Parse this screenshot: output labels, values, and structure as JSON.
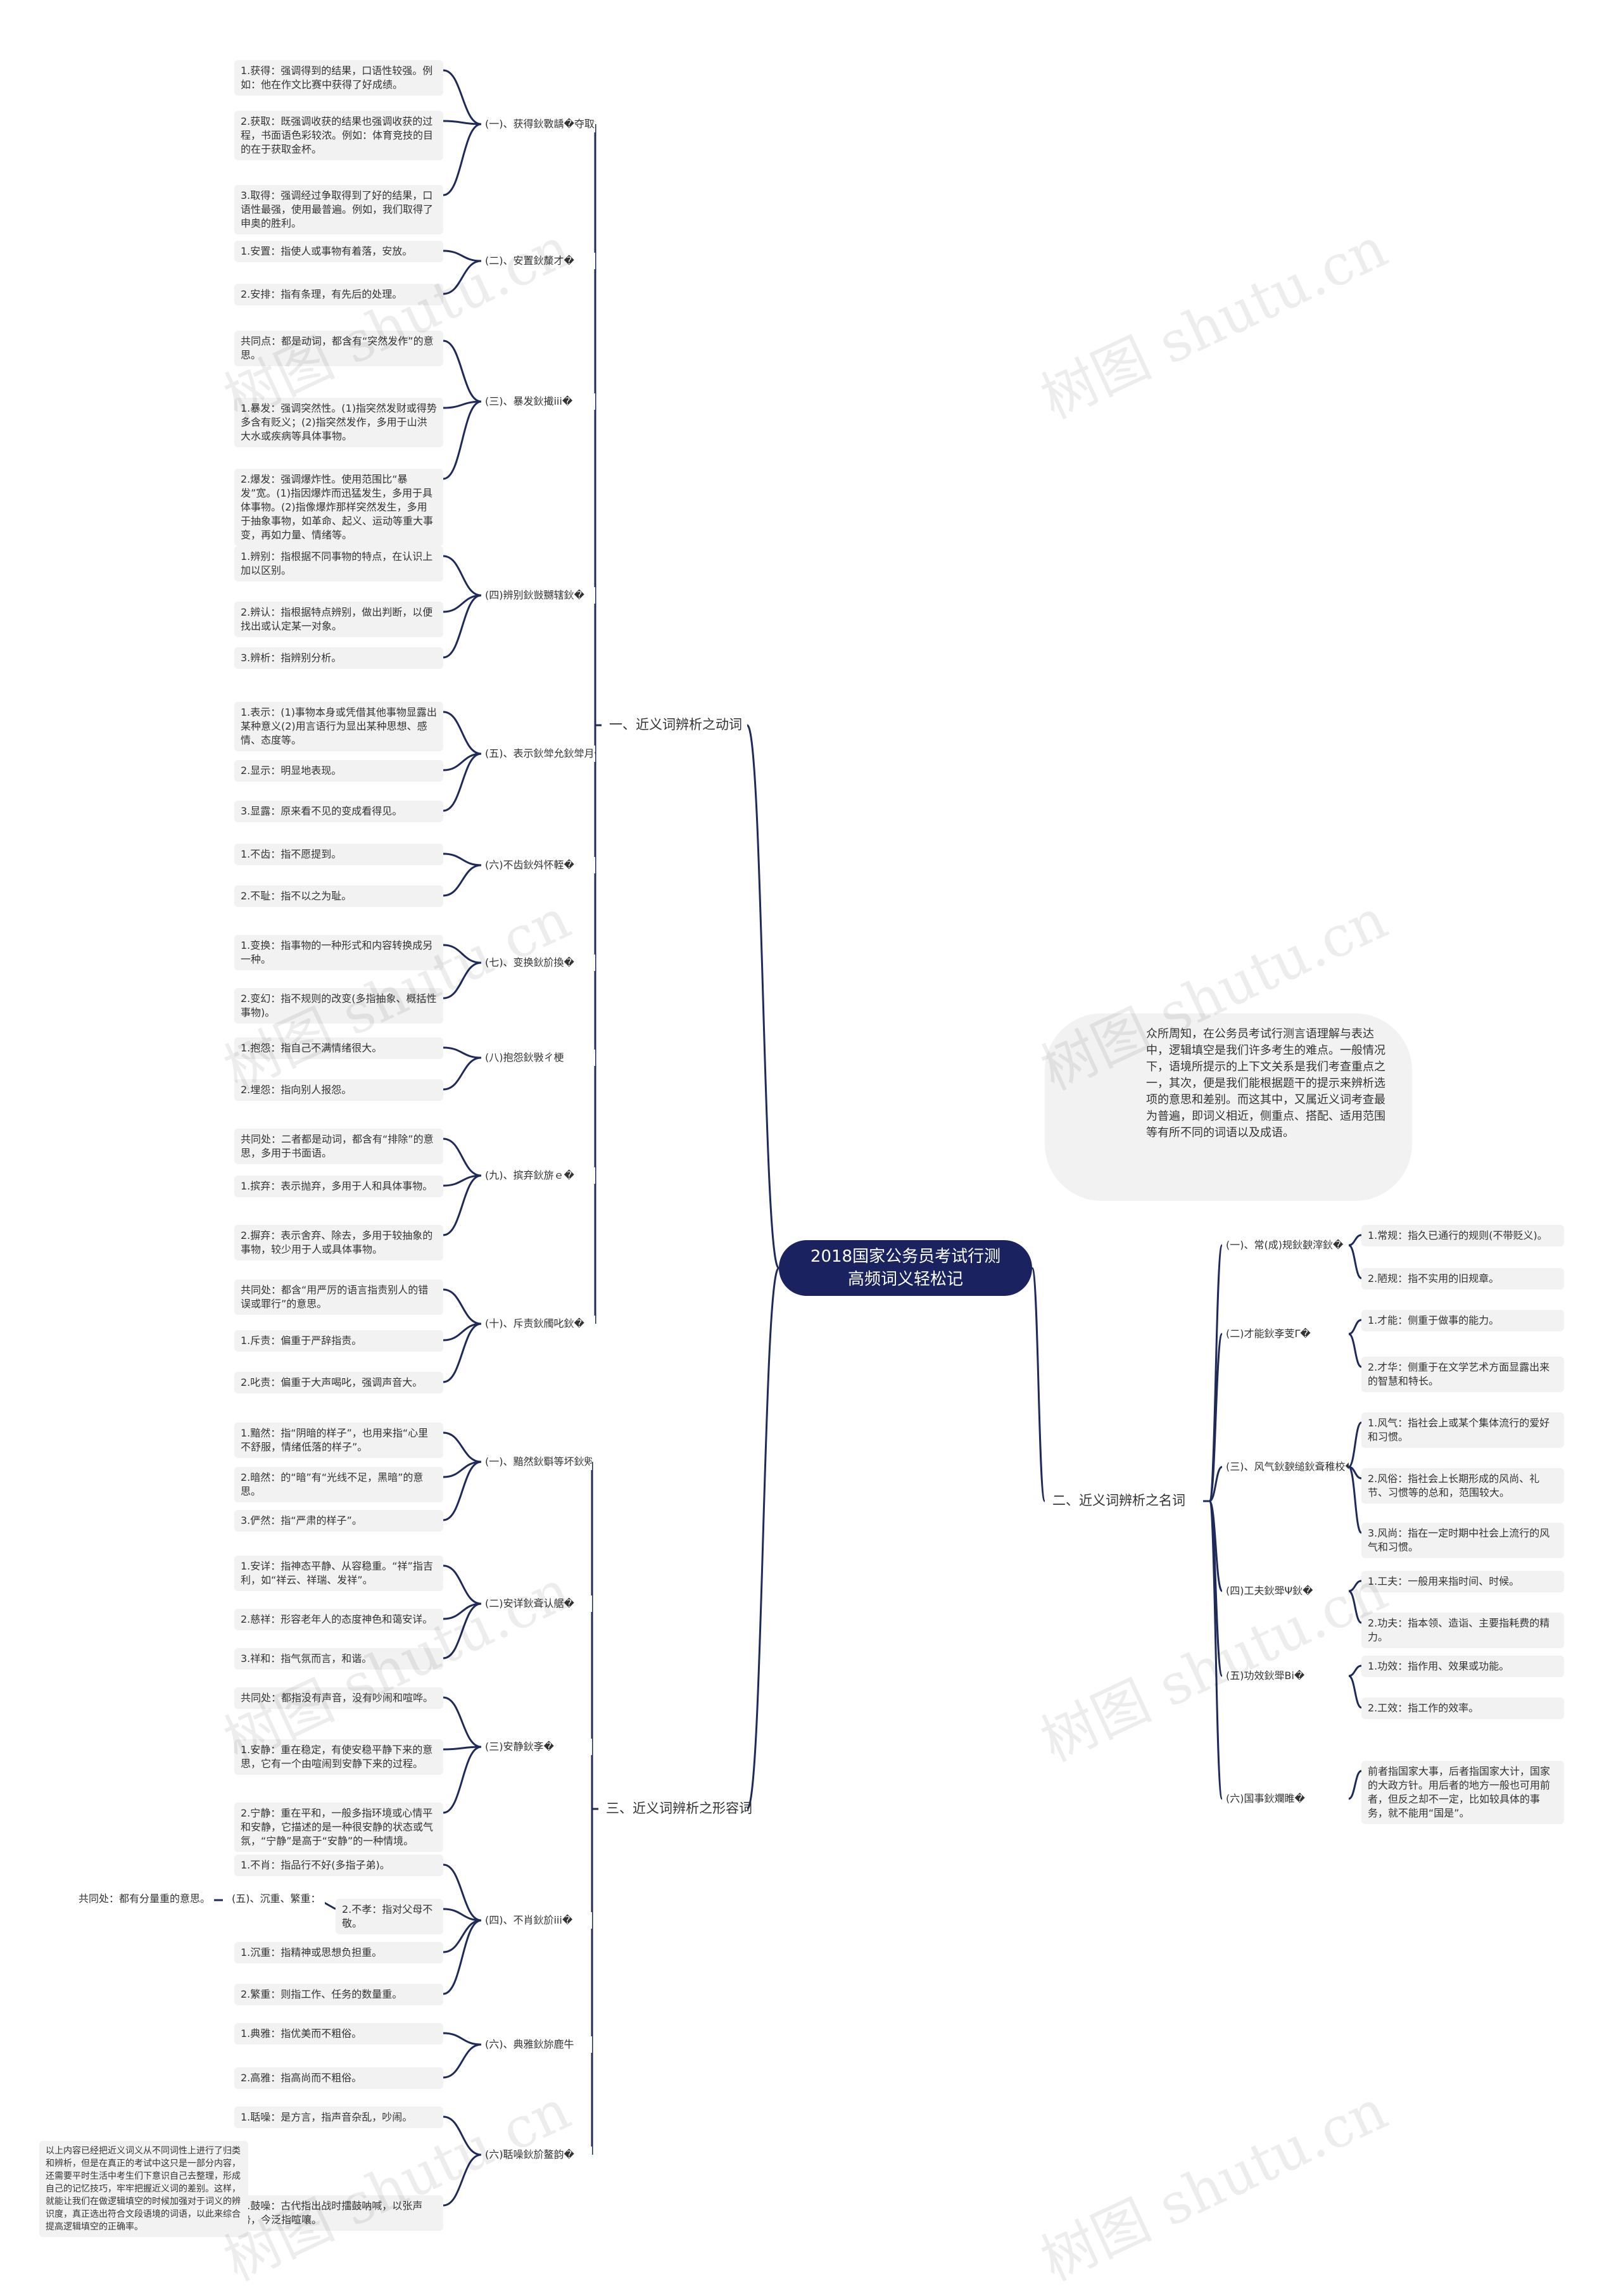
{
  "root": {
    "title": "2018国家公务员考试行测\n高频词义轻松记"
  },
  "intro": "众所周知，在公务员考试行测言语理解与表达中，逻辑填空是我们许多考生的难点。一般情况下，语境所提示的上下文关系是我们考查重点之一，其次，便是我们能根据题干的提示来辨析选项的意思和差别。而这其中，又属近义词考查最为普遍，即词义相近，侧重点、搭配、适用范围等有所不同的词语以及成语。",
  "branches": [
    {
      "label": "一、近义词辨析之动词",
      "groups": [
        {
          "label": "(一)、获得鈥斁龋�夺取鈥�",
          "items": [
            "1.获得：强调得到的结果，口语性较强。例如：他在作文比赛中获得了好成绩。",
            "2.获取：既强调收获的结果也强调收获的过程，书面语色彩较浓。例如：体育竞技的目的在于获取金杯。",
            "3.取得：强调经过争取得到了好的结果，口语性最强，使用最普遍。例如，我们取得了申奥的胜利。"
          ]
        },
        {
          "label": "(二)、安置鈥斄才�",
          "items": [
            "1.安置：指使人或事物有着落，安放。",
            "2.安排：指有条理，有先后的处理。"
          ]
        },
        {
          "label": "(三)、暴发鈥擮iii�",
          "items": [
            "共同点：都是动词，都含有“突然发作”的意思。",
            "1.暴发：强调突然性。(1)指突然发财或得势多含有贬义；(2)指突然发作，多用于山洪大水或疾病等具体事物。",
            "2.爆发：强调爆炸性。使用范围比“暴发”宽。(1)指因爆炸而迅猛发生，多用于具体事物。(2)指像爆炸那样突然发生，多用于抽象事物，如革命、起义、运动等重大事变，再如力量、情绪等。"
          ]
        },
        {
          "label": "(四)辨别鈥敱嬲辖鈥�",
          "items": [
            "1.辨别：指根据不同事物的特点，在认识上加以区别。",
            "2.辨认：指根据特点辨别，做出判断，以便找出或认定某一对象。",
            "3.辨析：指辨别分析。"
          ]
        },
        {
          "label": "(五)、表示鈥斚允鈥斚月�",
          "items": [
            "1.表示：(1)事物本身或凭借其他事物显露出某种意义(2)用言语行为显出某种思想、感情、态度等。",
            "2.显示：明显地表现。",
            "3.显露：原来看不见的变成看得见。"
          ]
        },
        {
          "label": "(六)不齿鈥斘怀輊�",
          "items": [
            "1.不齿：指不愿提到。",
            "2.不耻：指不以之为耻。"
          ]
        },
        {
          "label": "(七)、变换鈥斺換�",
          "items": [
            "1.变换：指事物的一种形式和内容转换成另一种。",
            "2.变幻：指不规则的改变(多指抽象、概括性事物)。"
          ]
        },
        {
          "label": "(八)抱怨鈥斅ㄔ梗",
          "items": [
            "1.抱怨：指自己不满情绪很大。",
            "2.埋怨：指向别人报怨。"
          ]
        },
        {
          "label": "(九)、摈弃鈥旂ｅ�",
          "items": [
            "共同处：二者都是动词，都含有“排除”的意思，多用于书面语。",
            "1.摈弃：表示抛弃，多用于人和具体事物。",
            "2.摒弃：表示舍弃、除去，多用于较抽象的事物，较少用于人或具体事物。"
          ]
        },
        {
          "label": "(十)、斥责鈥斶叱鈥�",
          "items": [
            "共同处：都含“用严厉的语言指责别人的错误或罪行”的意思。",
            "1.斥责：偏重于严辞指责。",
            "2.叱责：偏重于大声喝叱，强调声音大。"
          ]
        }
      ]
    },
    {
      "label": "二、近义词辨析之名词",
      "groups": [
        {
          "label": "(一)、常(成)规鈥斔滓鈥�",
          "items": [
            "1.常规：指久已通行的规则(不带贬义)。",
            "2.陋规：指不实用的旧规章。"
          ]
        },
        {
          "label": "(二)才能鈥斈芰Γ�",
          "items": [
            "1.才能：侧重于做事的能力。",
            "2.才华：侧重于在文学艺术方面显露出来的智慧和特长。"
          ]
        },
        {
          "label": "(三)、风气鈥斔缒鈥斊稚校�",
          "items": [
            "1.风气：指社会上或某个集体流行的爱好和习惯。",
            "2.风俗：指社会上长期形成的风尚、礼节、习惯等的总和，范围较大。",
            "3.风尚：指在一定时期中社会上流行的风气和习惯。"
          ]
        },
        {
          "label": "(四)工夫鈥斝Ψ鈥�",
          "items": [
            "1.工夫：一般用来指时间、时候。",
            "2.功夫：指本领、造诣、主要指耗费的精力。"
          ]
        },
        {
          "label": "(五)功效鈥斝Вⅰ�",
          "items": [
            "1.功效：指作用、效果或功能。",
            "2.工效：指工作的效率。"
          ]
        },
        {
          "label": "(六)国事鈥斕睢�",
          "items": [
            "前者指国家大事，后者指国家大计，国家的大政方针。用后者的地方一般也可用前者，但反之却不一定，比如较具体的事务，就不能用“国是”。"
          ]
        }
      ]
    },
    {
      "label": "三、近义词辨析之形容词",
      "groups": [
        {
          "label": "(一)、黯然鈥斣等坏鈥斞隙螅�",
          "items": [
            "1.黯然：指“阴暗的样子”，也用来指“心里不舒服，情绪低落的样子”。",
            "2.暗然：的“暗”有“光线不足，黑暗”的意思。",
            "3.俨然：指“严肃的样子”。"
          ]
        },
        {
          "label": "(二)安详鈥斊认艍�",
          "items": [
            "1.安详：指神态平静、从容稳重。“祥”指吉利，如“祥云、祥瑞、发祥”。",
            "2.慈祥：形容老年人的态度神色和蔼安详。",
            "3.祥和：指气氛而言，和谐。"
          ]
        },
        {
          "label": "(三)安静鈥斈�",
          "items": [
            "共同处：都指没有声音，没有吵闹和喧哗。",
            "1.安静：重在稳定，有使安稳平静下来的意思，它有一个由喧闹到安静下来的过程。",
            "2.宁静：重在平和，一般多指环境或心情平和安静，它描述的是一种很安静的状态或气氛，“宁静”是高于“安静”的一种情境。"
          ]
        },
        {
          "label": "(四)、不肖鈥斺iii�",
          "items": [
            "1.不肖：指品行不好(多指子弟)。",
            "2.不孝：指对父母不敬。",
            "1.沉重：指精神或思想负担重。",
            "2.繁重：则指工作、任务的数量重。"
          ],
          "sub_label": "(五)、沉重、繁重：",
          "sub_items": [
            "共同处：都有分量重的意思。"
          ]
        },
        {
          "label": "(六)、典雅鈥旀鹿牛",
          "items": [
            "1.典雅：指优美而不粗俗。",
            "2.高雅：指高尚而不粗俗。"
          ]
        },
        {
          "label": "(六)聒噪鈥斺鳌韵�",
          "items": [
            "1.聒噪：是方言，指声音杂乱，吵闹。",
            "2.鼓噪：古代指出战时擂鼓呐喊，以张声势，今泛指喧嚷。"
          ],
          "note": "以上内容已经把近义词义从不同词性上进行了归类和辨析，但是在真正的考试中这只是一部分内容，还需要平时生活中考生们下意识自己去整理，形成自己的记忆技巧，牢牢把握近义词的差别。这样，就能让我们在做逻辑填空的时候加强对于词义的辨识度，真正选出符合文段语境的词语，以此来综合提高逻辑填空的正确率。"
        }
      ]
    }
  ],
  "watermark": "树图 shutu.cn",
  "colors": {
    "line": "#1e2a5a",
    "root_bg": "#1a2260",
    "leaf_bg": "#f2f2f2",
    "text": "#333333"
  }
}
